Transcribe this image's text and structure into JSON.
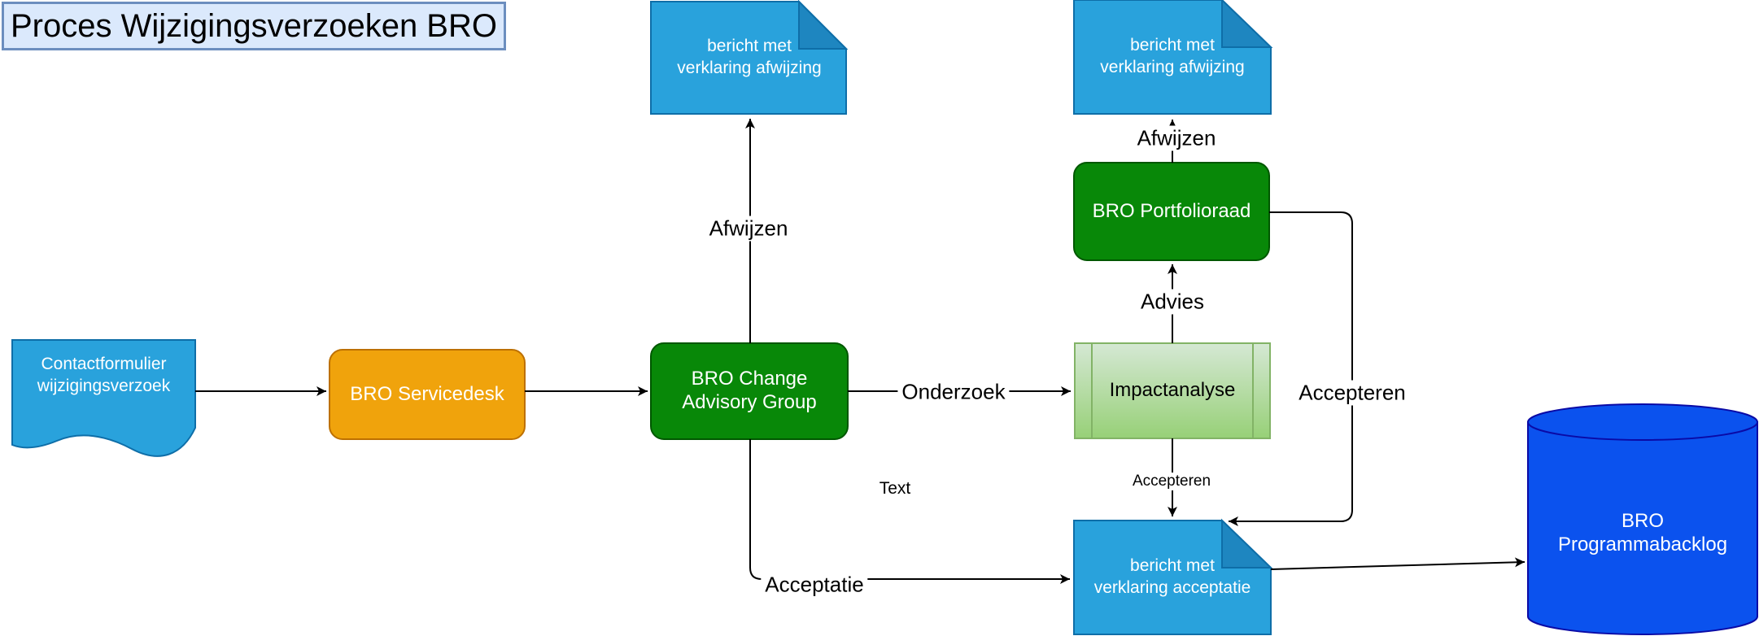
{
  "diagram": {
    "title": "Proces Wijzigingsverzoeken BRO",
    "nodes": {
      "contactformulier": "Contactformulier\nwijzigingsverzoek",
      "servicedesk": "BRO Servicedesk",
      "change_advisory_group": "BRO Change\nAdvisory Group",
      "note_afwijzing_links": "bericht met\nverklaring afwijzing",
      "note_afwijzing_rechts": "bericht met\nverklaring afwijzing",
      "portfolioraad": "BRO Portfolioraad",
      "impactanalyse": "Impactanalyse",
      "note_acceptatie": "bericht met\nverklaring acceptatie",
      "programmabacklog": "BRO\nProgrammabacklog"
    },
    "edge_labels": {
      "afwijzen_links": "Afwijzen",
      "afwijzen_rechts": "Afwijzen",
      "onderzoek": "Onderzoek",
      "advies": "Advies",
      "accepteren_rechts": "Accepteren",
      "accepteren_onder": "Accepteren",
      "acceptatie": "Acceptatie",
      "placeholder": "Text"
    },
    "colors": {
      "title_fill": "#DBE9FC",
      "title_stroke": "#6C8EBF",
      "blue_fill": "#29A2DC",
      "blue_stroke": "#0E6EA8",
      "blue_fold": "#1E86C0",
      "orange_fill": "#F0A30C",
      "orange_stroke": "#BD7000",
      "green_fill": "#088808",
      "green_stroke": "#005700",
      "impact_fill_top": "#D5E8D4",
      "impact_fill_bottom": "#97D077",
      "impact_stroke": "#82B366",
      "db_fill": "#0B52EE",
      "db_stroke": "#0A0AA6",
      "edge_color": "#000000",
      "node_text_light": "#FFFFFF",
      "node_text_dark": "#000000"
    }
  }
}
